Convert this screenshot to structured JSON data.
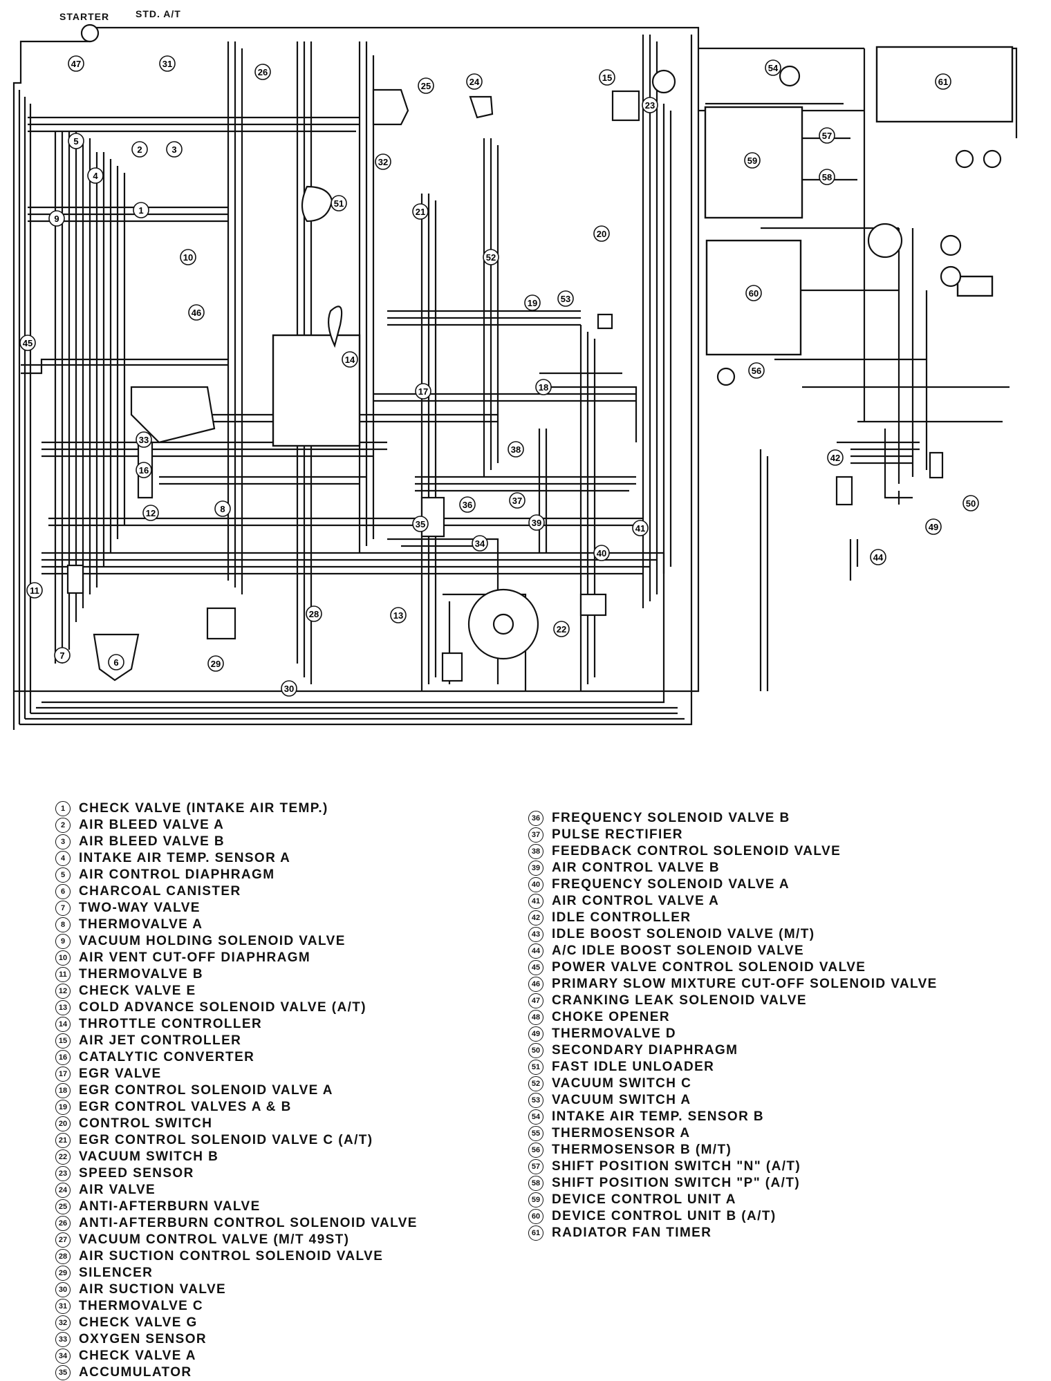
{
  "header": {
    "starter": "STARTER",
    "std_at": "STD. A/T"
  },
  "diagram_labels": [
    "47",
    "31",
    "26",
    "25",
    "24",
    "15",
    "23",
    "54",
    "61",
    "5",
    "2",
    "3",
    "4",
    "1",
    "32",
    "57",
    "59",
    "58",
    "9",
    "10",
    "46",
    "51",
    "21",
    "20",
    "52",
    "53",
    "19",
    "60",
    "45",
    "14",
    "56",
    "33",
    "16",
    "17",
    "18",
    "38",
    "37",
    "42",
    "12",
    "8",
    "36",
    "35",
    "39",
    "34",
    "41",
    "40",
    "49",
    "50",
    "44",
    "11",
    "13",
    "28",
    "29",
    "30",
    "7",
    "6",
    "22"
  ],
  "legend_left": [
    {
      "num": "1",
      "text": "CHECK VALVE (INTAKE AIR TEMP.)"
    },
    {
      "num": "2",
      "text": "AIR BLEED VALVE A"
    },
    {
      "num": "3",
      "text": "AIR BLEED VALVE B"
    },
    {
      "num": "4",
      "text": "INTAKE AIR TEMP. SENSOR A"
    },
    {
      "num": "5",
      "text": "AIR CONTROL DIAPHRAGM"
    },
    {
      "num": "6",
      "text": "CHARCOAL CANISTER"
    },
    {
      "num": "7",
      "text": "TWO-WAY VALVE"
    },
    {
      "num": "8",
      "text": "THERMOVALVE A"
    },
    {
      "num": "9",
      "text": "VACUUM HOLDING SOLENOID VALVE"
    },
    {
      "num": "10",
      "text": "AIR VENT CUT-OFF DIAPHRAGM"
    },
    {
      "num": "11",
      "text": "THERMOVALVE B"
    },
    {
      "num": "12",
      "text": "CHECK VALVE E"
    },
    {
      "num": "13",
      "text": "COLD ADVANCE SOLENOID VALVE (A/T)"
    },
    {
      "num": "14",
      "text": "THROTTLE CONTROLLER"
    },
    {
      "num": "15",
      "text": "AIR JET CONTROLLER"
    },
    {
      "num": "16",
      "text": "CATALYTIC CONVERTER"
    },
    {
      "num": "17",
      "text": "EGR VALVE"
    },
    {
      "num": "18",
      "text": "EGR CONTROL SOLENOID VALVE A"
    },
    {
      "num": "19",
      "text": "EGR CONTROL VALVES A & B"
    },
    {
      "num": "20",
      "text": "CONTROL SWITCH"
    },
    {
      "num": "21",
      "text": "EGR CONTROL SOLENOID VALVE C (A/T)"
    },
    {
      "num": "22",
      "text": "VACUUM SWITCH B"
    },
    {
      "num": "23",
      "text": "SPEED SENSOR"
    },
    {
      "num": "24",
      "text": "AIR VALVE"
    },
    {
      "num": "25",
      "text": "ANTI-AFTERBURN VALVE"
    },
    {
      "num": "26",
      "text": "ANTI-AFTERBURN CONTROL SOLENOID VALVE"
    },
    {
      "num": "27",
      "text": "VACUUM CONTROL VALVE (M/T 49ST)"
    },
    {
      "num": "28",
      "text": "AIR SUCTION CONTROL SOLENOID VALVE"
    },
    {
      "num": "29",
      "text": "SILENCER"
    },
    {
      "num": "30",
      "text": "AIR SUCTION VALVE"
    },
    {
      "num": "31",
      "text": "THERMOVALVE C"
    },
    {
      "num": "32",
      "text": "CHECK VALVE G"
    },
    {
      "num": "33",
      "text": "OXYGEN SENSOR"
    },
    {
      "num": "34",
      "text": "CHECK VALVE A"
    },
    {
      "num": "35",
      "text": "ACCUMULATOR"
    }
  ],
  "legend_right": [
    {
      "num": "36",
      "text": "FREQUENCY SOLENOID VALVE B"
    },
    {
      "num": "37",
      "text": "PULSE RECTIFIER"
    },
    {
      "num": "38",
      "text": "FEEDBACK CONTROL SOLENOID VALVE"
    },
    {
      "num": "39",
      "text": "AIR CONTROL VALVE B"
    },
    {
      "num": "40",
      "text": "FREQUENCY SOLENOID VALVE A"
    },
    {
      "num": "41",
      "text": "AIR CONTROL VALVE A"
    },
    {
      "num": "42",
      "text": "IDLE CONTROLLER"
    },
    {
      "num": "43",
      "text": "IDLE BOOST SOLENOID VALVE (M/T)"
    },
    {
      "num": "44",
      "text": "A/C IDLE BOOST SOLENOID VALVE"
    },
    {
      "num": "45",
      "text": "POWER VALVE CONTROL SOLENOID VALVE"
    },
    {
      "num": "46",
      "text": "PRIMARY SLOW MIXTURE CUT-OFF SOLENOID VALVE"
    },
    {
      "num": "47",
      "text": "CRANKING LEAK SOLENOID VALVE"
    },
    {
      "num": "48",
      "text": "CHOKE OPENER"
    },
    {
      "num": "49",
      "text": "THERMOVALVE D"
    },
    {
      "num": "50",
      "text": "SECONDARY DIAPHRAGM"
    },
    {
      "num": "51",
      "text": "FAST IDLE UNLOADER"
    },
    {
      "num": "52",
      "text": "VACUUM SWITCH C"
    },
    {
      "num": "53",
      "text": "VACUUM SWITCH A"
    },
    {
      "num": "54",
      "text": "INTAKE AIR TEMP. SENSOR B"
    },
    {
      "num": "55",
      "text": "THERMOSENSOR A"
    },
    {
      "num": "56",
      "text": "THERMOSENSOR B (M/T)"
    },
    {
      "num": "57",
      "text": "SHIFT POSITION SWITCH \"N\" (A/T)"
    },
    {
      "num": "58",
      "text": "SHIFT POSITION SWITCH \"P\" (A/T)"
    },
    {
      "num": "59",
      "text": "DEVICE CONTROL UNIT A"
    },
    {
      "num": "60",
      "text": "DEVICE CONTROL UNIT B (A/T)"
    },
    {
      "num": "61",
      "text": "RADIATOR FAN TIMER"
    }
  ]
}
